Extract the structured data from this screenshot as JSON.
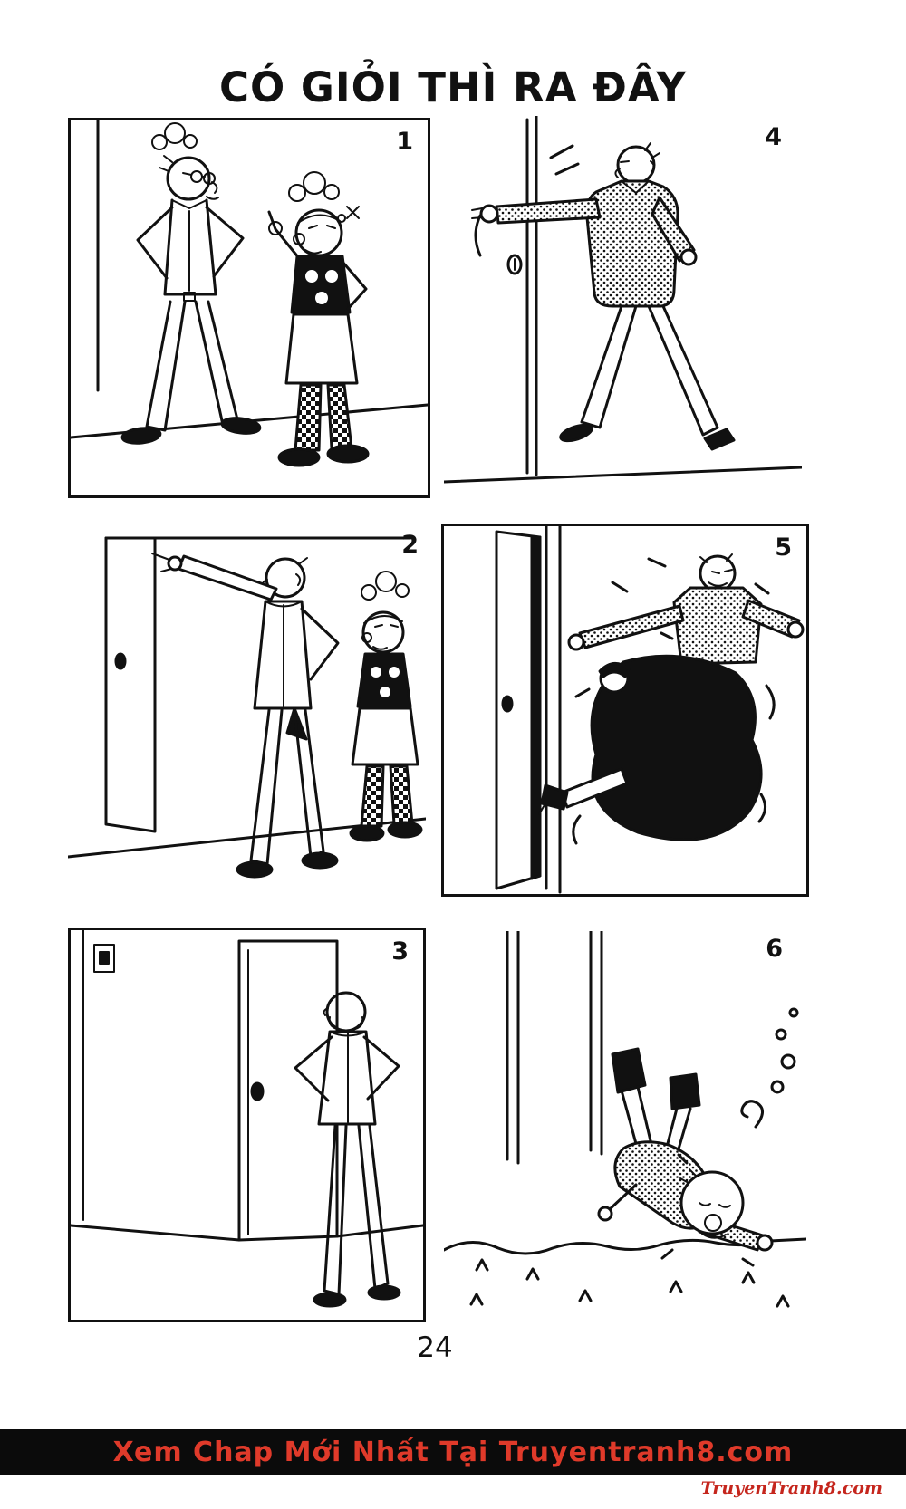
{
  "page": {
    "title": "CÓ GIỎI THÌ RA ĐÂY",
    "page_number": "24",
    "footer_text": "Xem Chap Mới Nhất Tại Truyentranh8.com",
    "watermark": "TruyenTranh8.com"
  },
  "colors": {
    "ink": "#111111",
    "paper": "#ffffff",
    "footer_background": "#0b0b0b",
    "footer_text_color": "#e03a2a",
    "watermark_color": "#c5261d"
  },
  "panels": [
    {
      "number": "1",
      "alt": "tall man and short cook shouting face to face, steam above heads"
    },
    {
      "number": "4",
      "alt": "man in tweed suit striding toward the door, arm flung out"
    },
    {
      "number": "2",
      "alt": "man pointing at the door, angry cook behind him"
    },
    {
      "number": "5",
      "alt": "figure being shoved out through the doorway, motion lines"
    },
    {
      "number": "3",
      "alt": "man with hands on hips facing the closed door"
    },
    {
      "number": "6",
      "alt": "man crashed head-first on the ground, legs in the air, dazed"
    }
  ]
}
